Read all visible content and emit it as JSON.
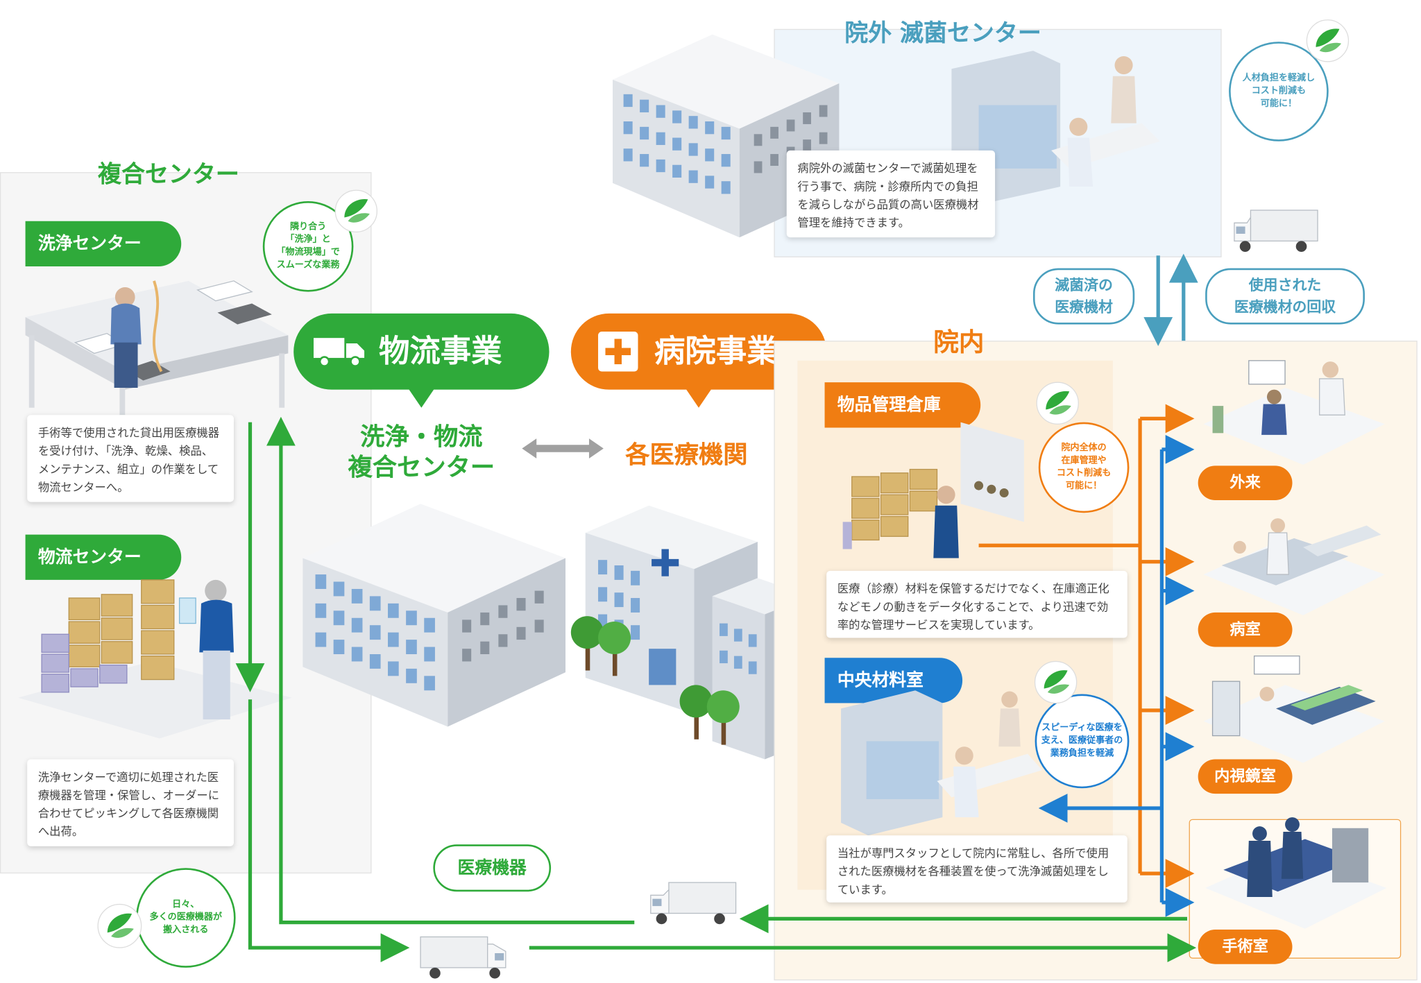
{
  "colors": {
    "green": "#2faa3a",
    "orange": "#f07d12",
    "blue": "#1f7fd1",
    "teal": "#4a9fbe",
    "cream": "#fdf6ea",
    "lightblue": "#eef5fb"
  },
  "icons": [
    "leaf-logo-icon",
    "truck-icon",
    "cross-icon",
    "arrow-icon",
    "building-icon",
    "hospital-icon",
    "tree-icon"
  ],
  "left_center": {
    "title": "複合センター",
    "wash": {
      "label": "洗浄センター",
      "text": "手術等で使用された貸出用医療機器を受け付け、「洗浄、乾燥、検品、メンテナンス、組立」の作業をして物流センターへ。"
    },
    "logistics": {
      "label": "物流センター",
      "text": "洗浄センターで適切に処理された医療機器を管理・保管し、オーダーに合わせてピッキングして各医療機関へ出荷。"
    },
    "bubble": "隣り合う\n「洗浄」と\n「物流現場」で\nスムーズな業務"
  },
  "middle": {
    "logistics_business": "物流事業",
    "hospital_business": "病院事業",
    "combined_center": "洗浄・物流\n複合センター",
    "medical_institutions": "各医療機関"
  },
  "sterilization": {
    "title": "院外 滅菌センター",
    "text": "病院外の滅菌センターで滅菌処理を行う事で、病院・診療所内での負担を減らしながら品質の高い医療機材管理を維持できます。",
    "bubble": "人材負担を軽減し\nコスト削減も\n可能に！",
    "sterilized_label": "滅菌済の\n医療機材",
    "recovery_label": "使用された\n医療機材の回収"
  },
  "in_hospital": {
    "title": "院内",
    "warehouse": {
      "label": "物品管理倉庫",
      "text": "医療（診療）材料を保管するだけでなく、在庫適正化などモノの動きをデータ化することで、より迅速で効率的な管理サービスを実現しています。",
      "bubble": "院内全体の\n在庫管理や\nコスト削減も\n可能に！"
    },
    "central": {
      "label": "中央材料室",
      "text": "当社が専門スタッフとして院内に常駐し、各所で使用された医療機材を各種装置を使って洗浄滅菌処理をしています。",
      "bubble": "スピーディな医療を\n支え、医療従事者の\n業務負担を軽減"
    },
    "rooms": [
      "外来",
      "病室",
      "内視鏡室",
      "手術室"
    ]
  },
  "bottom": {
    "medical_devices": "医療機器",
    "bubble": "日々、\n多くの医療機器が\n搬入される"
  }
}
